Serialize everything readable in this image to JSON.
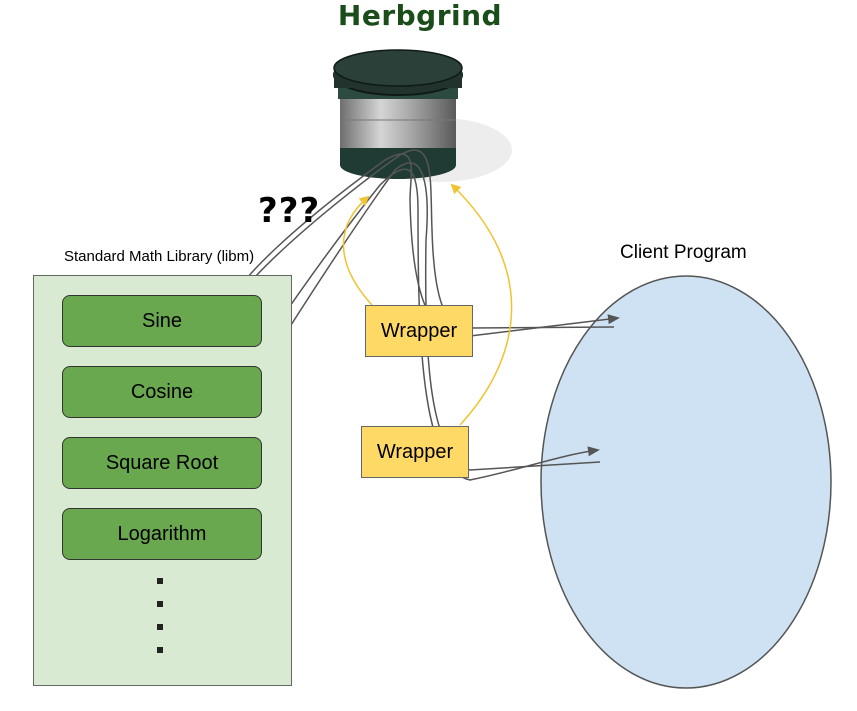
{
  "title": "Herbgrind",
  "question_marks": "???",
  "library": {
    "label": "Standard Math Library (libm)",
    "functions": [
      "Sine",
      "Cosine",
      "Square Root",
      "Logarithm"
    ],
    "more_indicator": "⋮"
  },
  "wrappers": [
    "Wrapper",
    "Wrapper"
  ],
  "client": {
    "label": "Client Program"
  },
  "colors": {
    "title": "#1b4d1b",
    "library_bg": "#d9ead3",
    "function_fill": "#6aa84f",
    "wrapper_fill": "#ffd966",
    "client_fill": "#cfe2f3",
    "call_path": "#555555",
    "wrapper_path": "#f1c232"
  },
  "icons": {
    "grinder": "herb-grinder-icon"
  }
}
